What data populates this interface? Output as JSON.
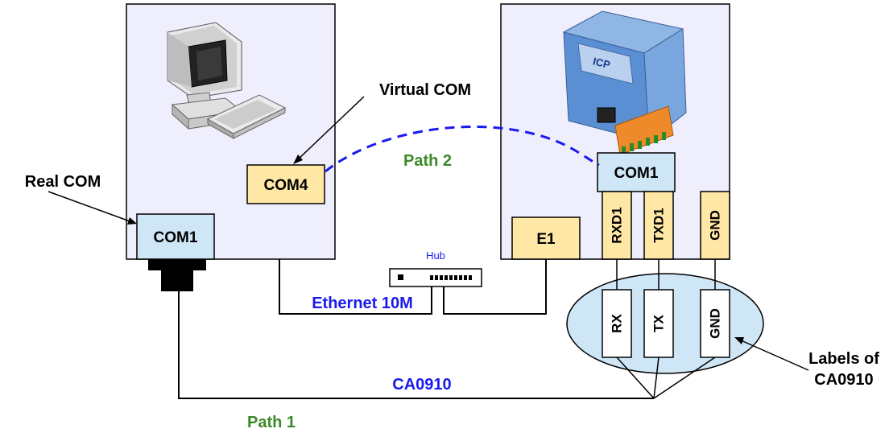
{
  "left_panel": {
    "virtual_com_port": "COM4",
    "real_com_port": "COM1"
  },
  "right_panel": {
    "device_com_port": "COM1",
    "ethernet_port": "E1",
    "pins": [
      "RXD1",
      "TXD1",
      "GND"
    ]
  },
  "hub": {
    "label": "Hub"
  },
  "connections": {
    "ethernet_label": "Ethernet 10M",
    "cable_label": "CA0910",
    "path1_label": "Path 1",
    "path2_label": "Path 2"
  },
  "callouts": {
    "virtual_com": "Virtual COM",
    "real_com": "Real COM",
    "labels_line1": "Labels of",
    "labels_line2": "CA0910"
  },
  "cable_labels": [
    "RX",
    "TX",
    "GND"
  ],
  "colors": {
    "panel_fill": "#eeeefc",
    "port_fill": "#ffe7a6",
    "com_blue_fill": "#cfe6f7",
    "ellipse_fill": "#cfe6f7",
    "blue_text": "#1a1aee",
    "green_text": "#3a8a2a",
    "dashed_path": "#1a1aee"
  }
}
